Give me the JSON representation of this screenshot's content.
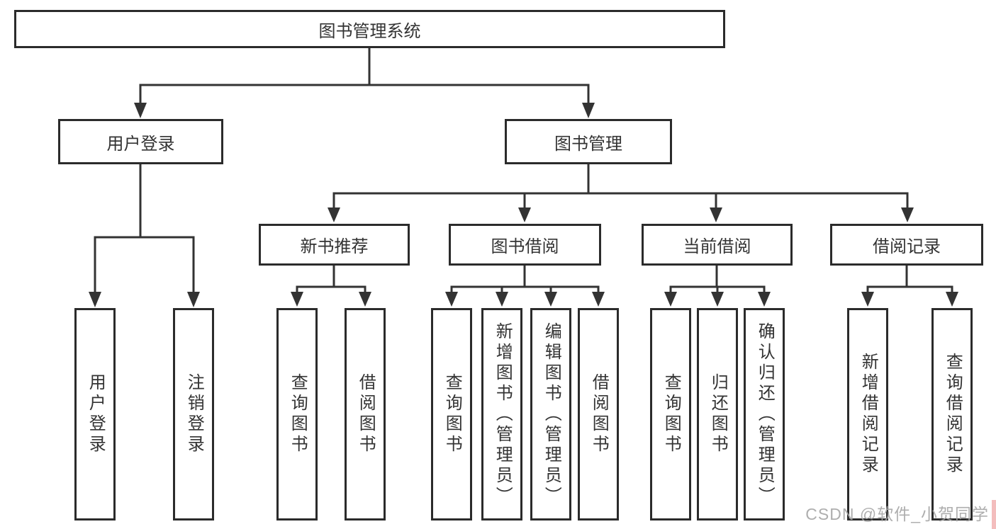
{
  "root_label": "图书管理系统",
  "level2": {
    "user_login": "用户登录",
    "book_mgmt": "图书管理"
  },
  "level3": {
    "new_books": "新书推荐",
    "book_borrow": "图书借阅",
    "current_borrow": "当前借阅",
    "borrow_records": "借阅记录"
  },
  "leaves": {
    "user_login": [
      "用户登录",
      "注销登录"
    ],
    "new_books": [
      "查询图书",
      "借阅图书"
    ],
    "book_borrow": [
      "查询图书",
      "新增图书（管理员）",
      "编辑图书（管理员）",
      "借阅图书"
    ],
    "current_borrow": [
      "查询图书",
      "归还图书",
      "确认归还（管理员）"
    ],
    "borrow_records": [
      "新增借阅记录",
      "查询借阅记录"
    ]
  },
  "watermark": "CSDN @软件_小贺同学",
  "colors": {
    "line": "#333333",
    "box_border": "#2b2b2b",
    "text": "#333333",
    "watermark": "#a5a5a5",
    "accent_strip": "#f3bdbd",
    "background": "#ffffff"
  }
}
